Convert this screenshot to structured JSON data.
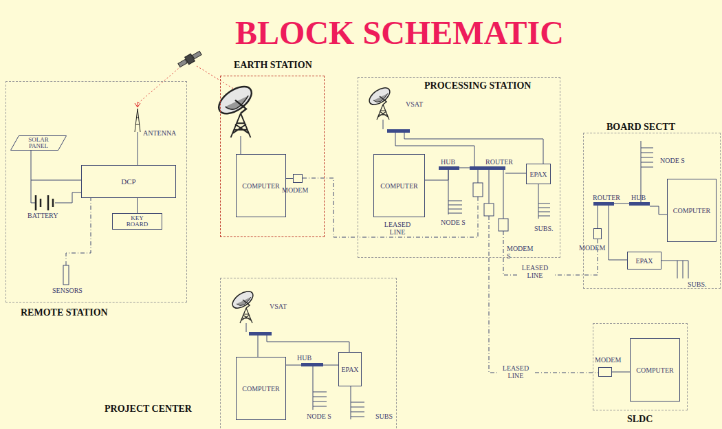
{
  "diagram": {
    "title": "BLOCK SCHEMATIC",
    "nodes": [
      {
        "text": [
          "REMOTE STATION"
        ]
      },
      {
        "text": [
          "SOLAR PANEL"
        ],
        "in": 0
      },
      {
        "text": [
          "DCP"
        ],
        "in": 0
      },
      {
        "text": [
          "KEY BOARD"
        ],
        "in": 0
      },
      {
        "text": [
          "EARTH STATION"
        ]
      },
      {
        "text": [
          "COMPUTER"
        ],
        "in": 4
      },
      {
        "text": [
          "MODEM"
        ],
        "in": 4
      },
      {
        "text": [
          "PROCESSING STATION"
        ]
      },
      {
        "text": [
          "COMPUTER"
        ],
        "in": 7
      },
      {
        "text": [
          "EPAX"
        ],
        "in": 7
      },
      {
        "text": [
          "BOARD SECTT"
        ]
      },
      {
        "text": [
          "COMPUTER"
        ],
        "in": 10
      },
      {
        "text": [
          "EPAX"
        ],
        "in": 10
      },
      {
        "text": [
          "MODEM"
        ],
        "in": 10
      },
      {
        "text": [
          "PROJECT CENTER"
        ]
      },
      {
        "text": [
          "COMPUTER"
        ],
        "in": 14
      },
      {
        "text": [
          "EPAX"
        ],
        "in": 14
      },
      {
        "text": [
          "SLDC"
        ]
      },
      {
        "text": [
          "COMPUTER"
        ],
        "in": 17
      },
      {
        "text": [
          "MODEM"
        ],
        "in": 17
      }
    ],
    "edges": [
      {
        "from": 1,
        "to": 2,
        "arrow": "none"
      },
      {
        "from": 2,
        "to": 3,
        "arrow": "none"
      },
      {
        "from": 5,
        "to": 6,
        "arrow": "none"
      },
      {
        "from": 6,
        "to": 7,
        "arrow": "none",
        "label": "LEASED LINE"
      },
      {
        "from": 7,
        "to": 13,
        "arrow": "none",
        "label": "LEASED LINE"
      },
      {
        "from": 7,
        "to": 19,
        "arrow": "none",
        "label": "LEASED LINE"
      },
      {
        "from": 19,
        "to": 18,
        "arrow": "none"
      }
    ],
    "labels": [
      "ANTENNA",
      "BATTERY",
      "SENSORS",
      "VSAT",
      "HUB",
      "ROUTER",
      "NODE S",
      "SUBS.",
      "MODEM S",
      "NODE S",
      "ROUTER",
      "HUB",
      "SUBS.",
      "VSAT",
      "HUB",
      "NODE S",
      "SUBS"
    ]
  }
}
